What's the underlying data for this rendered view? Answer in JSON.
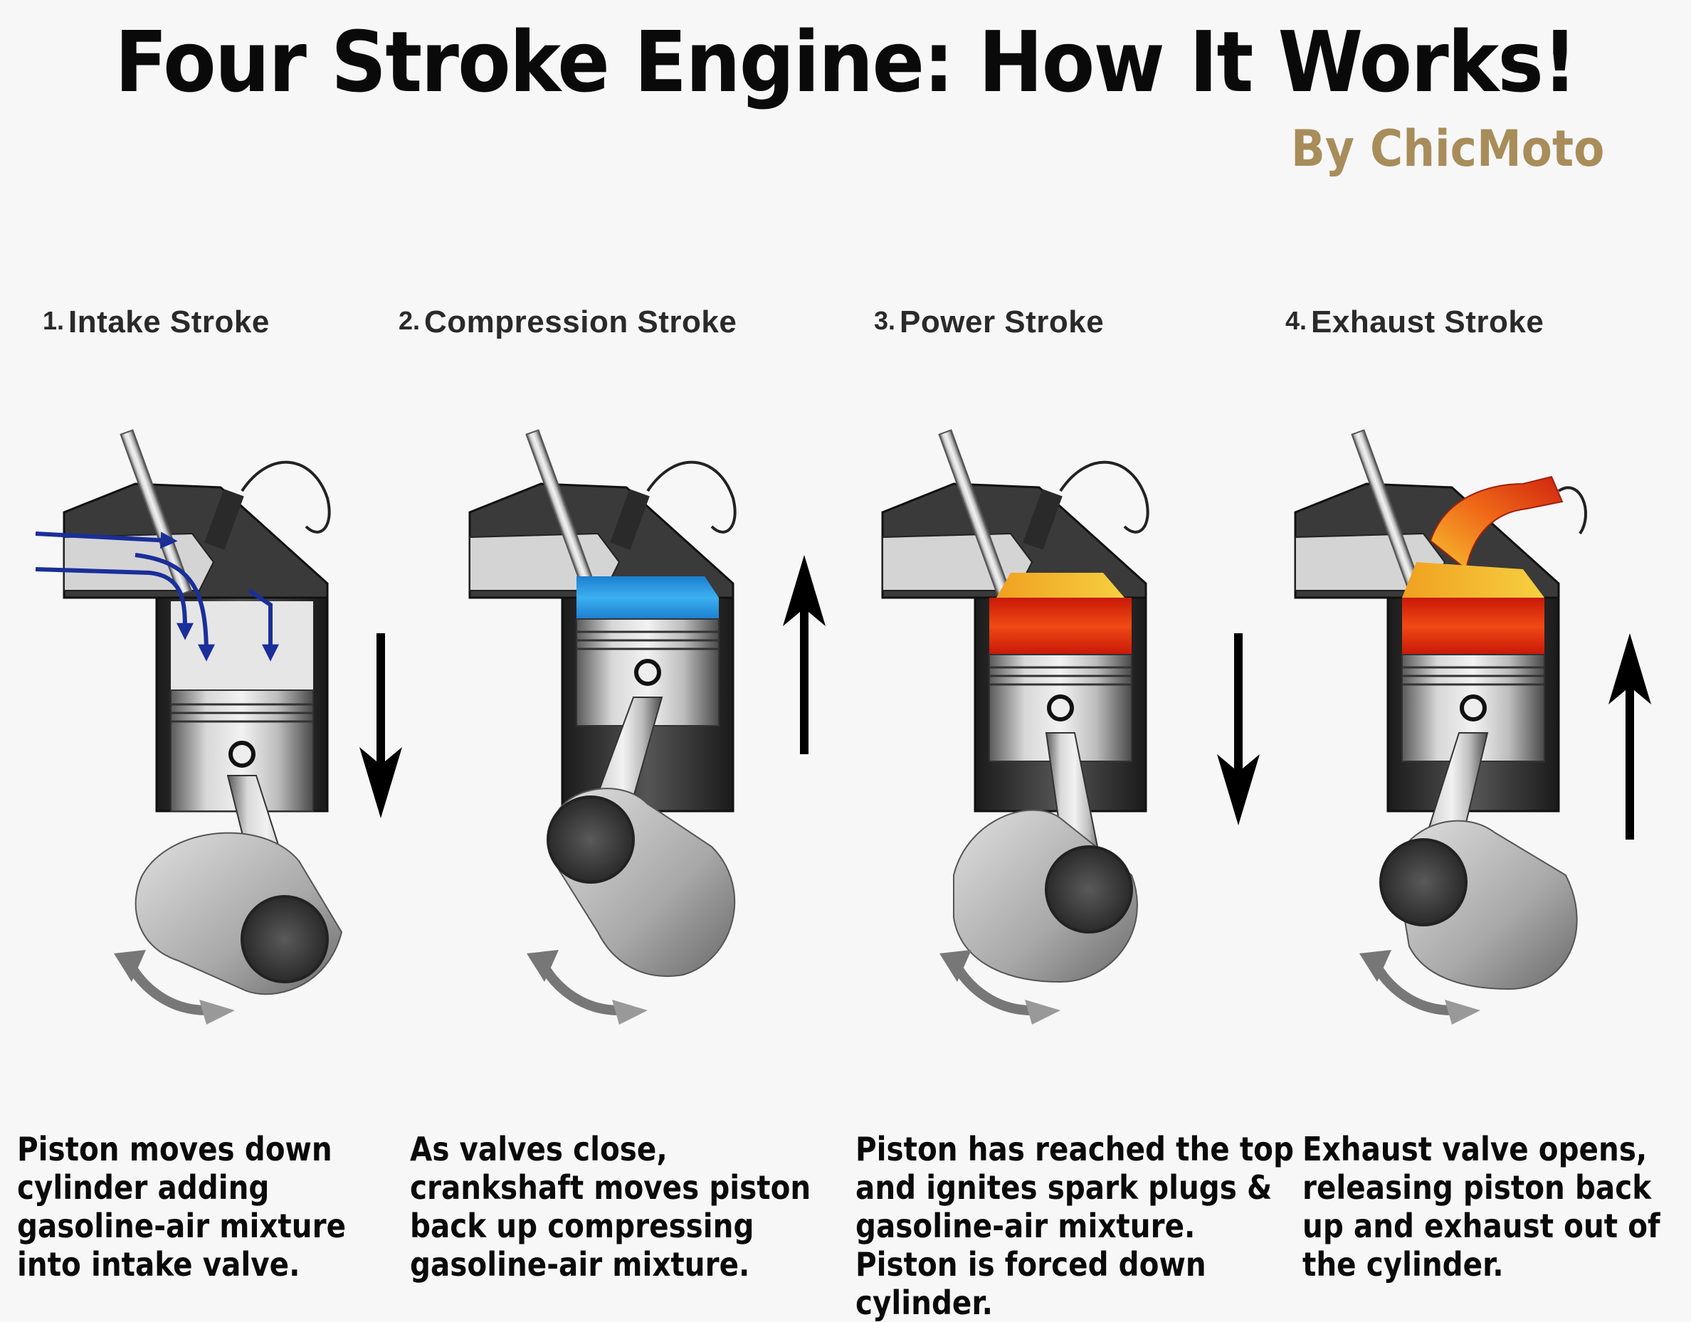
{
  "title": "Four Stroke Engine: How It Works!",
  "byline": "By ChicMoto",
  "strokes": [
    {
      "number": "1.",
      "name": "Intake Stroke",
      "description": "Piston moves down cylinder adding gasoline-air mixture into intake valve.",
      "direction": "down",
      "chamber_color": "#d8d8d8",
      "piston_position": "bottom"
    },
    {
      "number": "2.",
      "name": "Compression Stroke",
      "description": "As valves close, crankshaft moves piston back up compressing gasoline-air mixture.",
      "direction": "up",
      "chamber_color": "#2a9ae0",
      "piston_position": "top"
    },
    {
      "number": "3.",
      "name": "Power Stroke",
      "description": "Piston has reached the top and ignites spark plugs & gasoline-air mixture. Piston is forced down cylinder.",
      "direction": "down",
      "chamber_color": "#e23010",
      "piston_position": "top"
    },
    {
      "number": "4.",
      "name": "Exhaust Stroke",
      "description": "Exhaust valve opens, releasing piston back up and exhaust out of the cylinder.",
      "direction": "up",
      "chamber_color": "#e23010",
      "piston_position": "top"
    }
  ],
  "colors": {
    "title": "#0a0a0a",
    "byline": "#a88d5a",
    "intake_flow": "#1a2f9a",
    "exhaust_flow": "#e04010"
  }
}
